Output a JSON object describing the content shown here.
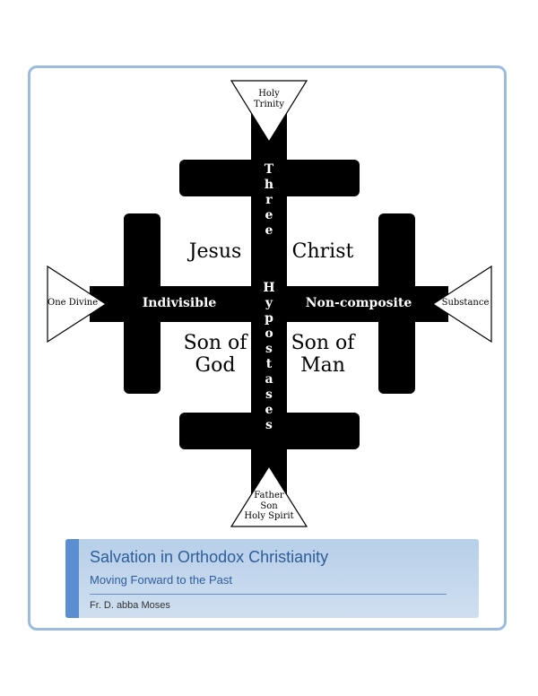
{
  "cross": {
    "top_triangle": [
      "Holy",
      "Trinity"
    ],
    "bottom_triangle": [
      "Father",
      "Son",
      "Holy Spirit"
    ],
    "left_triangle": "One Divine",
    "right_triangle": "Substance",
    "vertical_text_1": "Three",
    "vertical_text_2": "Hypostases",
    "left_arm": "Indivisible",
    "right_arm": "Non-composite",
    "q1": "Jesus",
    "q2": "Christ",
    "q3": [
      "Son of",
      "God"
    ],
    "q4": [
      "Son of",
      "Man"
    ]
  },
  "banner": {
    "title": "Salvation in Orthodox Christianity",
    "subtitle": "Moving Forward to the Past",
    "author": "Fr. D. abba Moses"
  },
  "colors": {
    "border": "#9bbbdf",
    "banner_bg": "#c3d7ee",
    "accent": "#5b8dd1",
    "title_text": "#2e5d9a"
  }
}
